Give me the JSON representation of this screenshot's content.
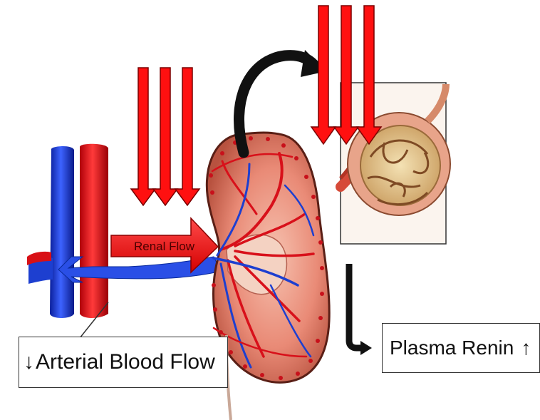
{
  "labels": {
    "renal_flow": "Renal Flow",
    "arterial_blood_flow": "Arterial Blood Flow",
    "arterial_arrow": "↓",
    "plasma_renin": "Plasma Renin",
    "renin_arrow": "↑"
  },
  "colors": {
    "artery_red": "#e8141b",
    "vein_blue": "#1f3fd6",
    "pressure_arrow_red": "#ff1010",
    "pressure_arrow_outline": "#7a0000",
    "kidney_tissue": "#e98a76",
    "curved_arrow": "#111111"
  }
}
